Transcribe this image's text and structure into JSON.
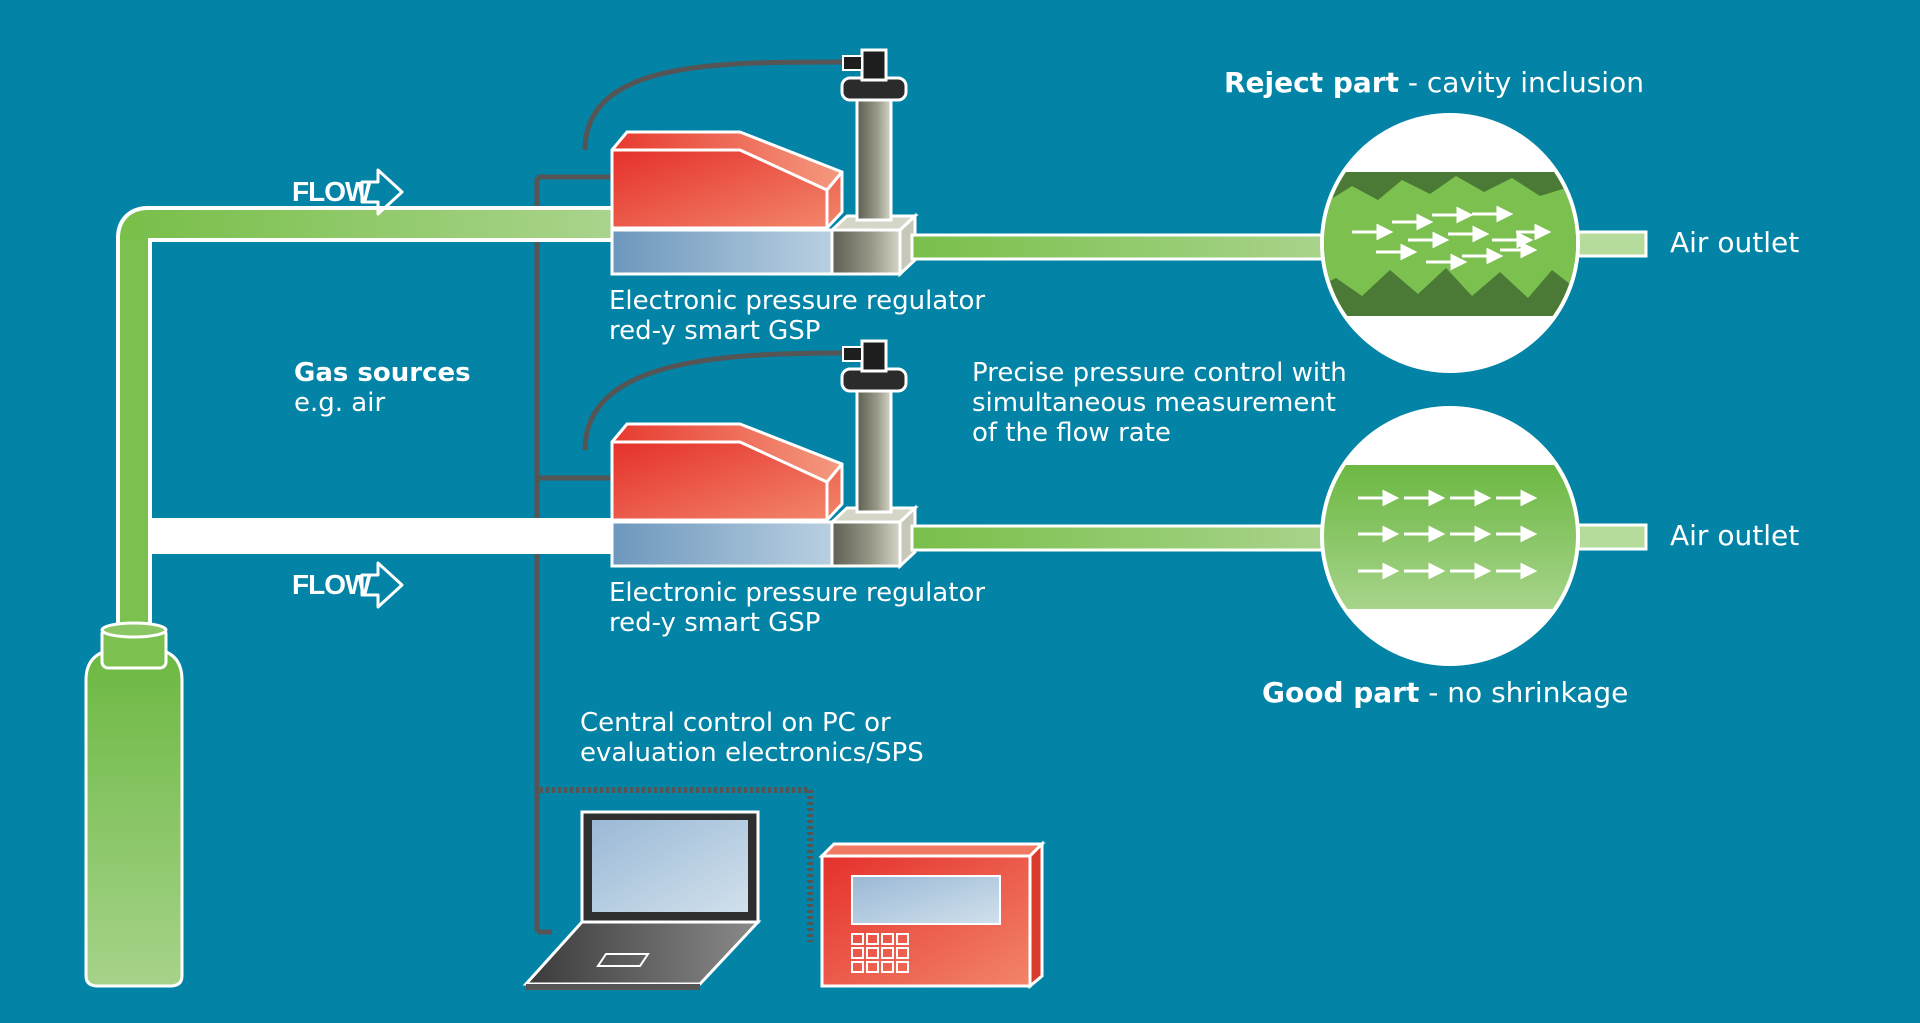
{
  "flow_labels": {
    "top": "FLOW",
    "bottom": "FLOW"
  },
  "gas_source": {
    "title": "Gas sources",
    "subtitle": "e.g. air"
  },
  "regulator_top": {
    "line1": "Electronic pressure regulator",
    "line2": "red-y smart GSP"
  },
  "regulator_bottom": {
    "line1": "Electronic pressure regulator",
    "line2": "red-y smart GSP"
  },
  "control_note": {
    "line1": "Precise pressure control with",
    "line2": "simultaneous measurement",
    "line3": "of the flow rate"
  },
  "reject_part": {
    "bold": "Reject part",
    "rest": " - cavity inclusion"
  },
  "good_part": {
    "bold": "Good part",
    "rest": " - no shrinkage"
  },
  "outlets": {
    "top": "Air outlet",
    "bottom": "Air outlet"
  },
  "central_control": {
    "line1": "Central control on PC or",
    "line2": "evaluation electronics/SPS"
  },
  "colors": {
    "background": "#0383a6",
    "pipe_green": "#7cc04f",
    "device_red": "#e8402f",
    "device_blue": "#7ea4c6",
    "dark_green": "#4a7a35"
  }
}
